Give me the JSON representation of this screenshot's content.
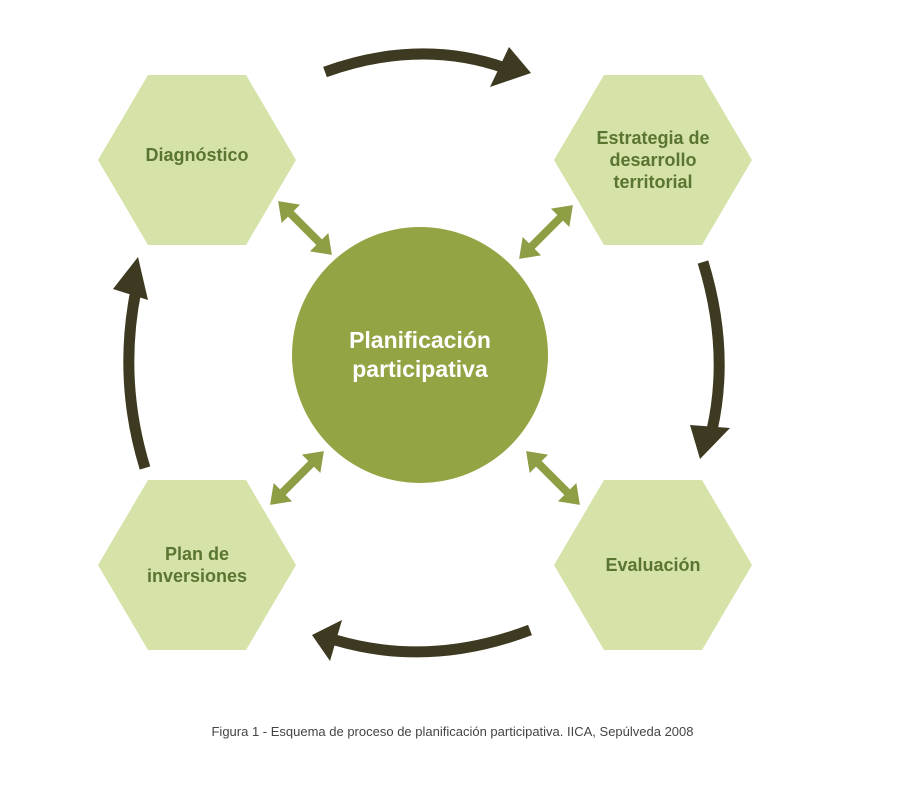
{
  "diagram": {
    "center": {
      "label": "Planificación\nparticipativa"
    },
    "nodes": [
      {
        "id": "diagnostico",
        "label": "Diagnóstico"
      },
      {
        "id": "estrategia",
        "label": "Estrategia de\ndesarrollo\nterritorial"
      },
      {
        "id": "evaluacion",
        "label": "Evaluación"
      },
      {
        "id": "plan",
        "label": "Plan de\ninversiones"
      }
    ],
    "caption": "Figura 1 - Esquema de proceso de planificación participativa. IICA, Sepúlveda 2008",
    "colors": {
      "hexagon_fill": "#d5e2a8",
      "hexagon_text": "#5a7530",
      "center_fill": "#93a444",
      "center_text": "#ffffff",
      "cycle_arrow": "#3d3a21",
      "link_arrow": "#8d9e45"
    }
  }
}
